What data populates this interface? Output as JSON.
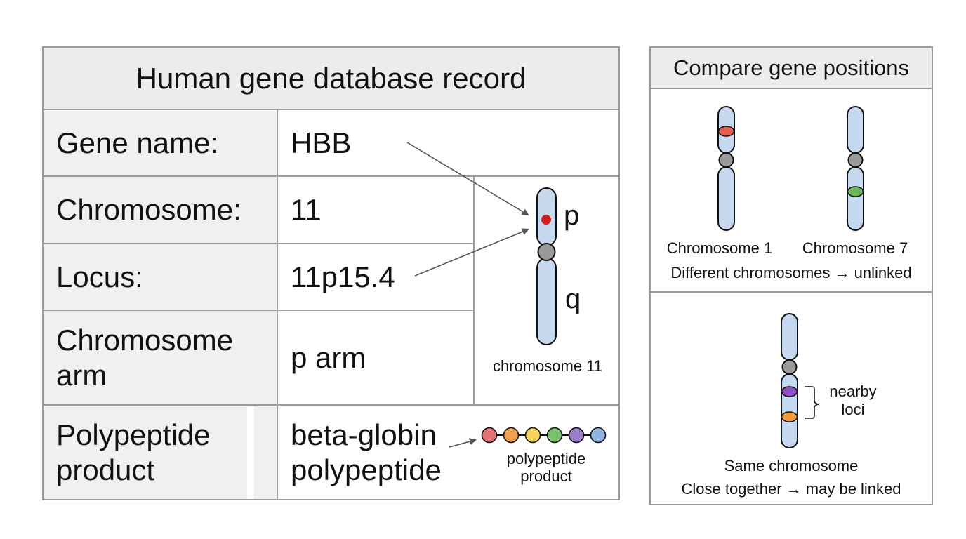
{
  "record": {
    "title": "Human gene database record",
    "rows": [
      {
        "label": "Gene name:",
        "value": "HBB"
      },
      {
        "label": "Chromosome:",
        "value": "11"
      },
      {
        "label": "Locus:",
        "value": "11p15.4"
      },
      {
        "label": "Chromosome arm",
        "value": "p arm"
      },
      {
        "label": "Polypeptide product",
        "value": "beta-globin polypeptide"
      }
    ],
    "chromosome_figure": {
      "p_label": "p",
      "q_label": "q",
      "caption": "chromosome 11",
      "gene_marker_color": "#cc1f1f"
    },
    "polypeptide_figure": {
      "caption": "polypeptide product",
      "beads": [
        "#e57373",
        "#f0a050",
        "#f5d35a",
        "#7cc06e",
        "#9b7cc9",
        "#8fb4e3"
      ]
    }
  },
  "compare": {
    "title": "Compare gene positions",
    "unlinked": {
      "chrom_a_label": "Chromosome 1",
      "chrom_b_label": "Chromosome 7",
      "caption": "Different chromosomes → unlinked",
      "chrom_a_marker_color": "#e0604a",
      "chrom_b_marker_color": "#6cb85a"
    },
    "linked": {
      "bracket_label": "nearby loci",
      "caption_line1": "Same chromosome",
      "caption_line2": "Close together → may be linked",
      "marker_top_color": "#8e4fc4",
      "marker_bottom_color": "#ef9a3c"
    }
  },
  "colors": {
    "chromosome_fill": "#c7d9ee",
    "centromere": "#9a9a9a",
    "border": "#9a9a9a",
    "label_bg": "#f0f0f0",
    "header_bg": "#ececec"
  }
}
